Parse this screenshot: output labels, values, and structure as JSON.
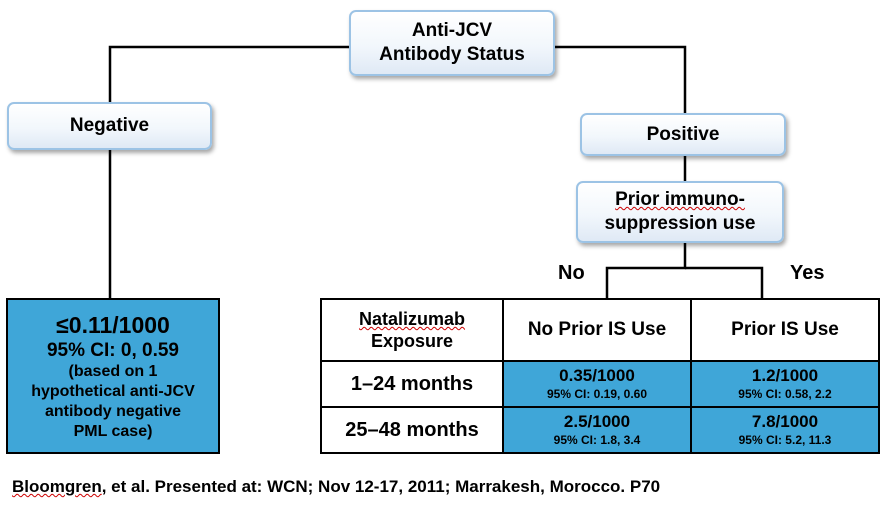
{
  "root": {
    "line1": "Anti-JCV",
    "line2": "Antibody Status"
  },
  "negative": {
    "label": "Negative",
    "result": {
      "rate": "≤0.11/1000",
      "ci": "95% CI: 0, 0.59",
      "note_lines": [
        "(based on 1",
        "hypothetical anti-JCV",
        "antibody negative",
        "PML case)"
      ]
    }
  },
  "positive": {
    "label": "Positive"
  },
  "prior_is": {
    "line1": "Prior immuno-",
    "line2": "suppression use"
  },
  "branches": {
    "no": "No",
    "yes": "Yes"
  },
  "table": {
    "corner_line1": "Natalizumab",
    "corner_line2": "Exposure",
    "columns": [
      "No Prior IS Use",
      "Prior IS Use"
    ],
    "rows": [
      {
        "label": "1–24 months",
        "cells": [
          {
            "rate": "0.35/1000",
            "ci": "95% CI: 0.19, 0.60"
          },
          {
            "rate": "1.2/1000",
            "ci": "95% CI: 0.58, 2.2"
          }
        ]
      },
      {
        "label": "25–48 months",
        "cells": [
          {
            "rate": "2.5/1000",
            "ci": "95% CI: 1.8, 3.4"
          },
          {
            "rate": "7.8/1000",
            "ci": "95% CI: 5.2, 11.3"
          }
        ]
      }
    ]
  },
  "citation": {
    "author": "Bloomgren",
    "rest": ", et al. Presented at: WCN; Nov 12-17, 2011; Marrakesh, Morocco. P70"
  },
  "colors": {
    "accent_fill": "#3fa6d8",
    "node_border": "#9cc3e5",
    "line": "#000000"
  }
}
